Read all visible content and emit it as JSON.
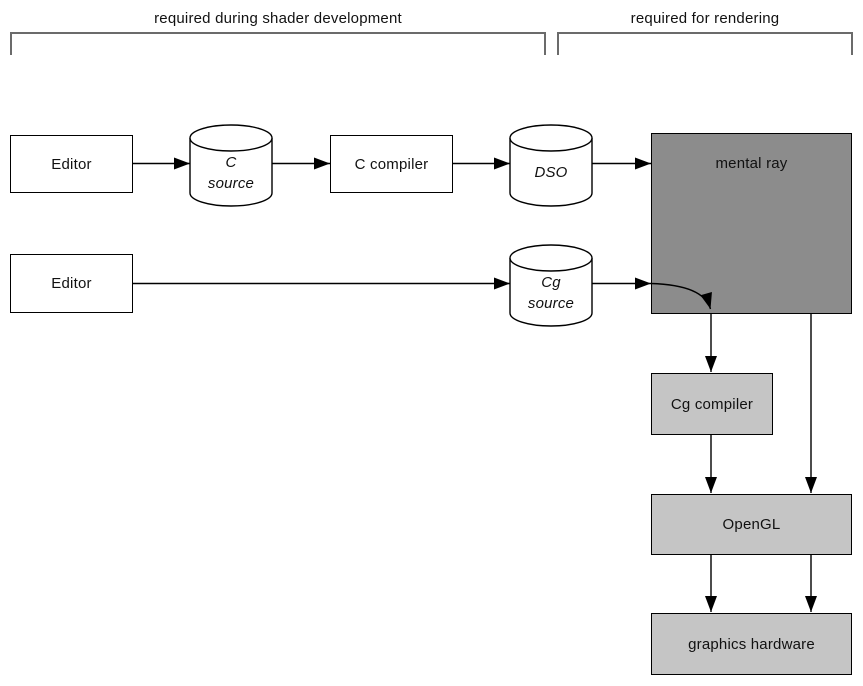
{
  "sections": {
    "development_label": "required during shader development",
    "rendering_label": "required for rendering"
  },
  "nodes": {
    "editor1": {
      "label": "Editor"
    },
    "c_source": {
      "line1": "C",
      "line2": "source"
    },
    "c_compiler": {
      "label": "C compiler"
    },
    "dso": {
      "label": "DSO"
    },
    "mental_ray": {
      "label": "mental ray"
    },
    "editor2": {
      "label": "Editor"
    },
    "cg_source": {
      "line1": "Cg",
      "line2": "source"
    },
    "cg_compiler": {
      "label": "Cg compiler"
    },
    "opengl": {
      "label": "OpenGL"
    },
    "graphics_hardware": {
      "label": "graphics hardware"
    }
  },
  "colors": {
    "page_bg": "#ffffff",
    "wire": "#000000",
    "bracket": "#6b6b6b",
    "node_border": "#000000",
    "white_fill": "#ffffff",
    "dark_fill": "#8c8c8c",
    "light_fill": "#c5c5c5",
    "text": "#111111"
  }
}
